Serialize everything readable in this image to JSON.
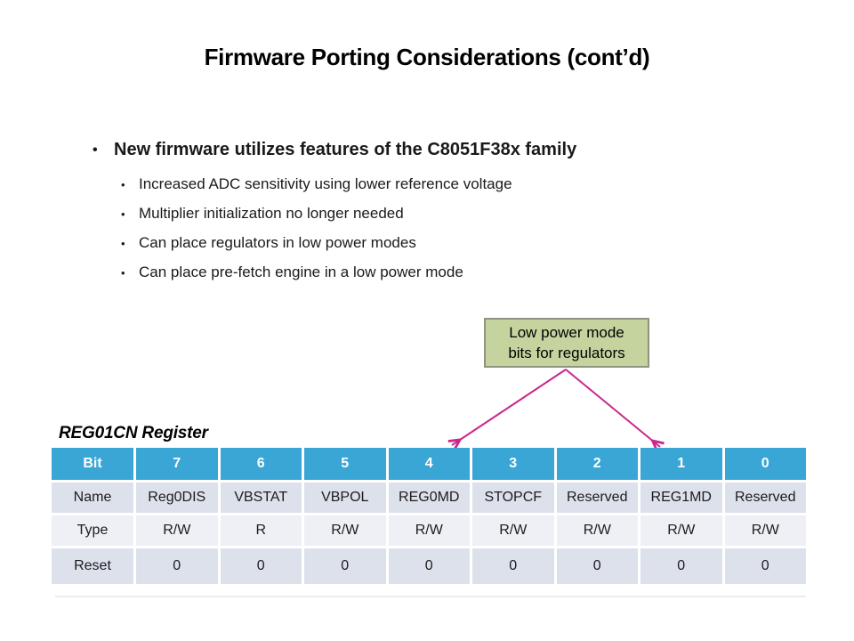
{
  "slide": {
    "title": "Firmware Porting Considerations (cont’d)",
    "bullet_char": "•",
    "bullets": {
      "main": "New firmware utilizes features of the C8051F38x family",
      "sub": [
        "Increased ADC sensitivity using lower reference voltage",
        "Multiplier initialization no longer needed",
        "Can place regulators in low power modes",
        "Can place pre-fetch engine in a low power mode"
      ]
    },
    "callout": {
      "line1": "Low power mode",
      "line2": "bits for regulators"
    },
    "register_label": "REG01CN Register",
    "table": {
      "header": [
        "Bit",
        "7",
        "6",
        "5",
        "4",
        "3",
        "2",
        "1",
        "0"
      ],
      "rows": [
        [
          "Name",
          "Reg0DIS",
          "VBSTAT",
          "VBPOL",
          "REG0MD",
          "STOPCF",
          "Reserved",
          "REG1MD",
          "Reserved"
        ],
        [
          "Type",
          "R/W",
          "R",
          "R/W",
          "R/W",
          "R/W",
          "R/W",
          "R/W",
          "R/W"
        ],
        [
          "Reset",
          "0",
          "0",
          "0",
          "0",
          "0",
          "0",
          "0",
          "0"
        ]
      ]
    },
    "colors": {
      "table_header_bg": "#39A6D6",
      "row_dark": "#DDE1EC",
      "row_light": "#EEF0F6",
      "arrow": "#C9288C",
      "callout_bg": "#C5D49F",
      "callout_border": "#8F937F"
    }
  }
}
